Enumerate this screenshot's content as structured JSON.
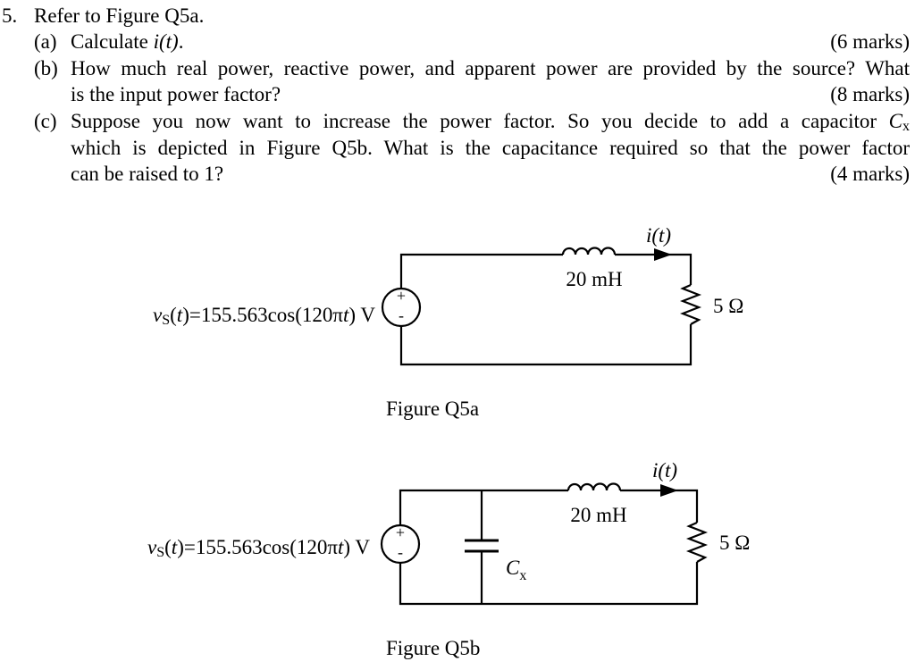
{
  "question": {
    "number": "5.",
    "intro": "Refer to Figure Q5a.",
    "parts": [
      {
        "label": "(a)",
        "pre": "Calculate ",
        "math": "i(t)",
        "post": ".",
        "marks": "(6 marks)"
      },
      {
        "label": "(b)",
        "line1": "How much real power, reactive power, and apparent power are provided by the source? What",
        "line2": "is the input power factor?",
        "marks": "(8 marks)"
      },
      {
        "label": "(c)",
        "line1": "Suppose you now want to increase the power factor. So you decide to add a capacitor",
        "line1_symbol": "C",
        "line1_symbol_sub": "x",
        "line2": "which is depicted in Figure Q5b. What is the capacitance required so that the power factor",
        "line3": "can be raised to 1?",
        "marks": "(4 marks)"
      }
    ]
  },
  "figure_a": {
    "caption": "Figure Q5a",
    "source_label": "v",
    "source_label_sub": "S",
    "source_expr": "(t)=155.563cos(120πt) V",
    "source_plus": "+",
    "source_minus": "-",
    "inductor_label": "20 mH",
    "current_label": "i(t)",
    "resistor_label": "5 Ω"
  },
  "figure_b": {
    "caption": "Figure Q5b",
    "source_label": "v",
    "source_label_sub": "S",
    "source_expr": "(t)=155.563cos(120πt) V",
    "source_plus": "+",
    "source_minus": "-",
    "inductor_label": "20 mH",
    "current_label": "i(t)",
    "resistor_label": "5 Ω",
    "capacitor_label": "C",
    "capacitor_label_sub": "x"
  }
}
